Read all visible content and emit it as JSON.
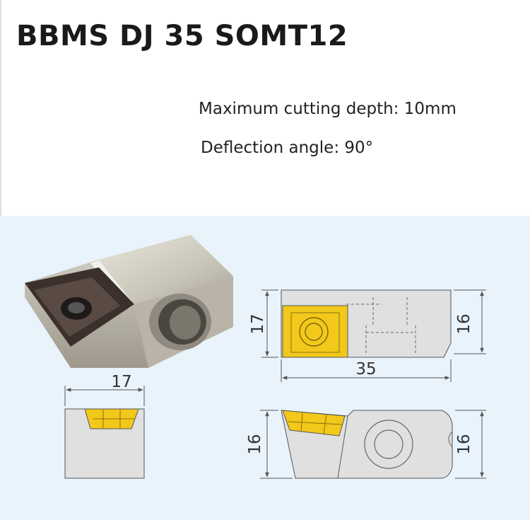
{
  "header": {
    "title": "BBMS DJ 35 SOMT12"
  },
  "specs": {
    "max_cutting_depth": "Maximum cutting depth: 10mm",
    "deflection_angle": "Deflection angle: 90°"
  },
  "dimensions": {
    "top_view_width": "17",
    "front_view_height_left": "17",
    "front_view_height_right": "16",
    "front_view_length": "35",
    "side_view_height_left": "16",
    "side_view_height_right": "16"
  },
  "colors": {
    "panel_background": "#e9f3fb",
    "insert_yellow": "#f2c81a",
    "body_gray": "#dcdcdc"
  }
}
